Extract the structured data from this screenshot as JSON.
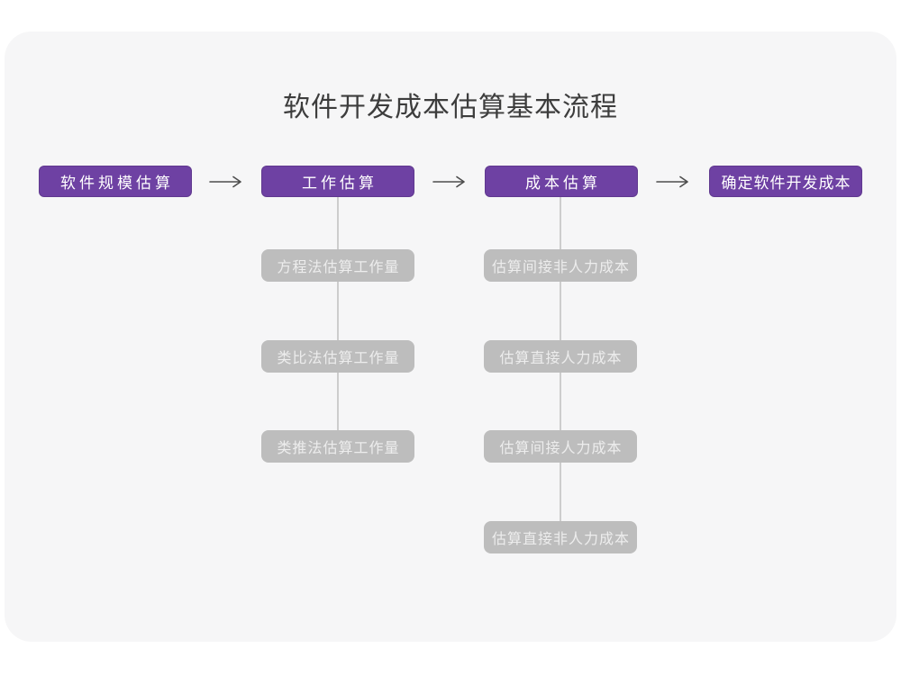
{
  "page": {
    "title": "软件开发成本估算基本流程"
  },
  "colors": {
    "primary_purple": "#6e41a3",
    "box_gray": "#bdbdbd",
    "card_bg": "#f6f6f7",
    "arrow_color": "#4d4d4d",
    "connector_color": "#cdcdcd",
    "title_color": "#3d3d3d",
    "box_text_color": "#ffffff",
    "gray_box_text_color": "#ededed"
  },
  "flow": {
    "main_steps": [
      {
        "label": "软件规模估算"
      },
      {
        "label": "工作估算"
      },
      {
        "label": "成本估算"
      },
      {
        "label": "确定软件开发成本"
      }
    ],
    "work_estimation_methods": [
      {
        "label": "方程法估算工作量"
      },
      {
        "label": "类比法估算工作量"
      },
      {
        "label": "类推法估算工作量"
      }
    ],
    "cost_estimation_steps": [
      {
        "label": "估算间接非人力成本"
      },
      {
        "label": "估算直接人力成本"
      },
      {
        "label": "估算间接人力成本"
      },
      {
        "label": "估算直接非人力成本"
      }
    ]
  },
  "icons": {
    "arrow_right": "right-arrow"
  }
}
